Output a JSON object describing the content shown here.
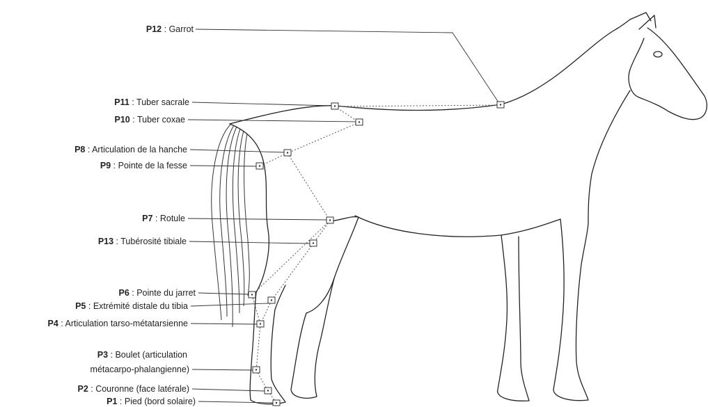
{
  "diagram": {
    "points": [
      {
        "code": "P12",
        "name": "Garrot"
      },
      {
        "code": "P11",
        "name": "Tuber sacrale"
      },
      {
        "code": "P10",
        "name": "Tuber coxae"
      },
      {
        "code": "P8",
        "name": "Articulation de la hanche"
      },
      {
        "code": "P9",
        "name": "Pointe de la fesse"
      },
      {
        "code": "P7",
        "name": "Rotule"
      },
      {
        "code": "P13",
        "name": "Tubérosité tibiale"
      },
      {
        "code": "P6",
        "name": "Pointe du jarret"
      },
      {
        "code": "P5",
        "name": "Extrémité distale du tibia"
      },
      {
        "code": "P4",
        "name": "Articulation tarso-métatarsienne"
      },
      {
        "code": "P3",
        "name": "Boulet (articulation",
        "name_line2": "métacarpo-phalangienne)"
      },
      {
        "code": "P2",
        "name": "Couronne (face latérale)"
      },
      {
        "code": "P1",
        "name": "Pied (bord solaire)"
      }
    ]
  }
}
